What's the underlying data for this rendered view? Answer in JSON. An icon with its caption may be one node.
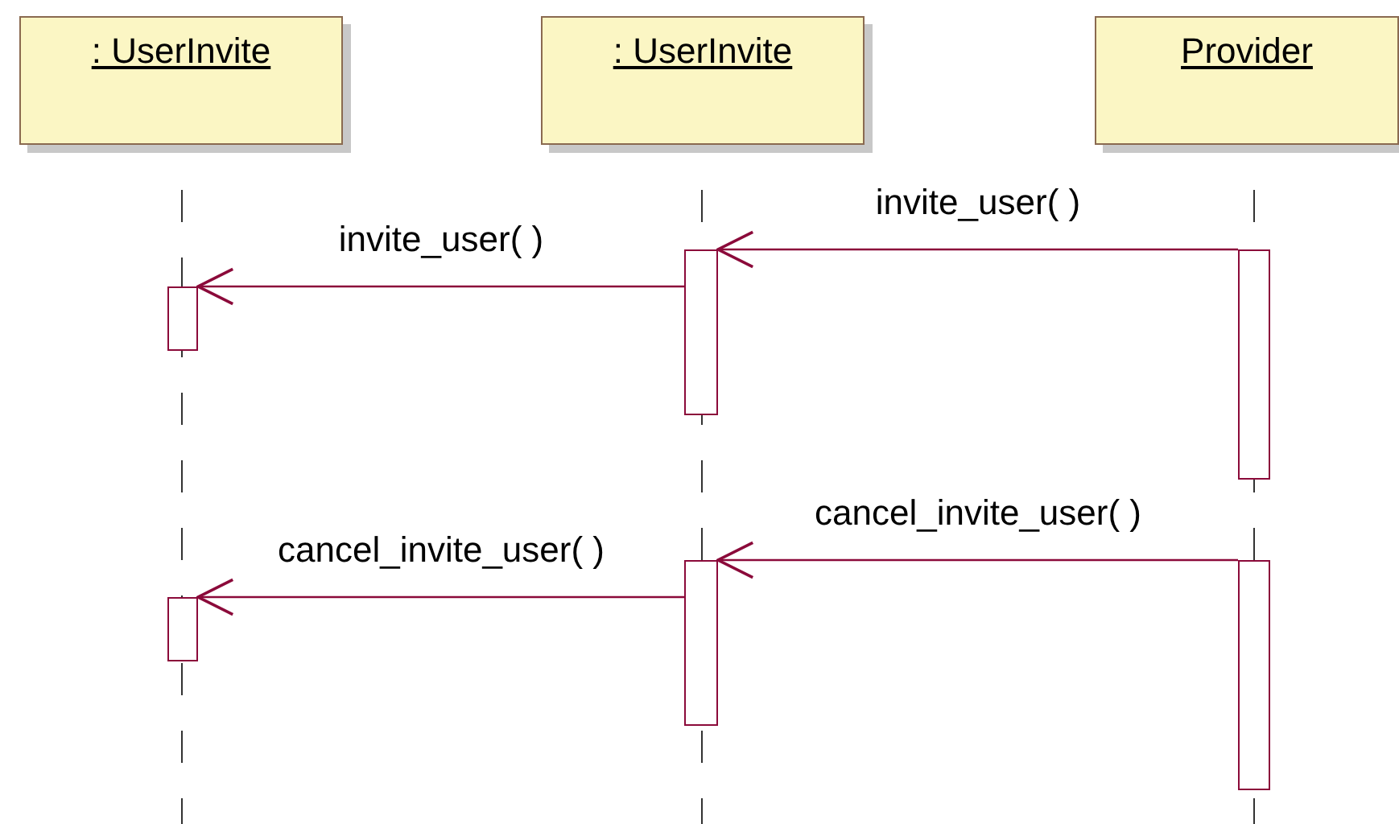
{
  "diagram": {
    "nodes": [
      {
        "text": [
          ": UserInvite"
        ]
      },
      {
        "text": [
          ": UserInvite"
        ]
      },
      {
        "text": [
          "Provider"
        ]
      },
      {
        "text": [],
        "shape": "bar"
      },
      {
        "text": [],
        "shape": "bar"
      },
      {
        "text": [],
        "shape": "bar"
      },
      {
        "text": [],
        "shape": "bar"
      },
      {
        "text": [],
        "shape": "bar"
      },
      {
        "text": [],
        "shape": "bar"
      }
    ],
    "edges": [
      {
        "from": 4,
        "to": 3,
        "arrow": "to",
        "label": "invite_user( )"
      },
      {
        "from": 3,
        "to": 5,
        "arrow": "to",
        "label": "invite_user( )"
      },
      {
        "from": 7,
        "to": 6,
        "arrow": "to",
        "label": "cancel_invite_user( )"
      },
      {
        "from": 6,
        "to": 8,
        "arrow": "to",
        "label": "cancel_invite_user( )"
      }
    ]
  }
}
